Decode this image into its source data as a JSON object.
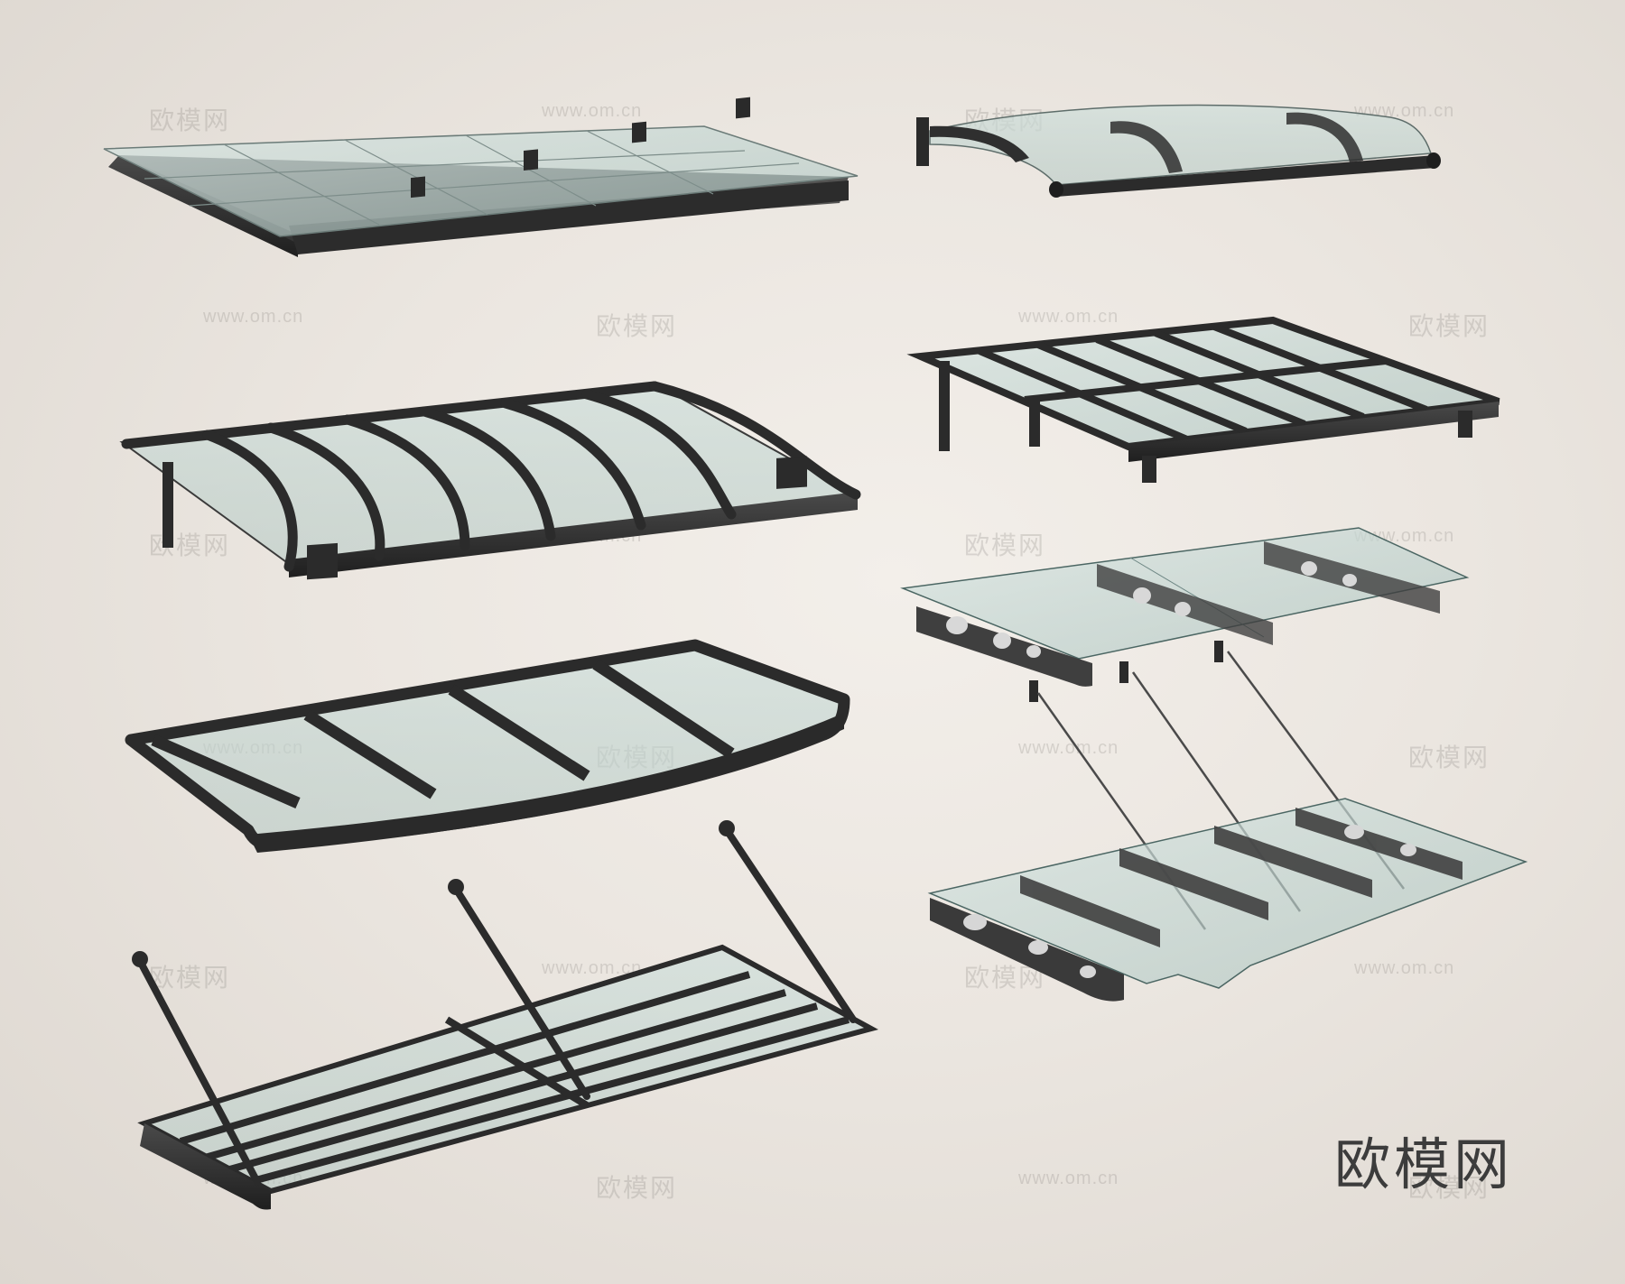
{
  "brand_mark": "欧模网",
  "watermark_text": "欧模网",
  "watermark_url": "www.om.cn",
  "colors": {
    "background": "#ebe6e0",
    "frame": "#2f2f2f",
    "glass": "#bfd3cf",
    "watermark": "#78736e"
  },
  "canopies": [
    {
      "name": "flat-glass-panel-canopy"
    },
    {
      "name": "curved-polycarbonate-bracket-canopy"
    },
    {
      "name": "curved-arch-frame-canopy"
    },
    {
      "name": "flat-grid-frame-canopy"
    },
    {
      "name": "bowed-edge-frame-canopy"
    },
    {
      "name": "glass-canopy-with-round-hole-brackets"
    },
    {
      "name": "glass-canopy-with-tie-rods"
    },
    {
      "name": "rod-supported-bar-canopy"
    }
  ]
}
